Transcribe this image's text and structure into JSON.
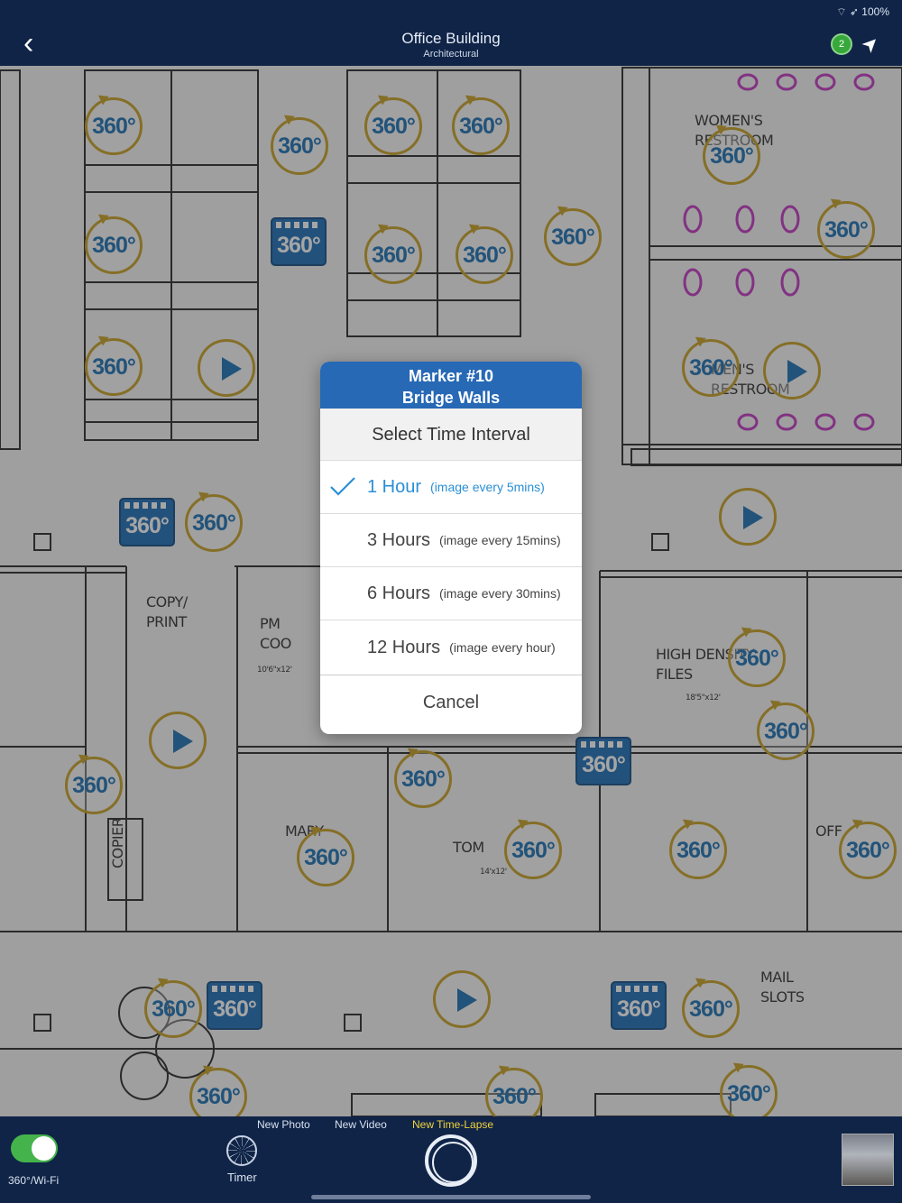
{
  "status_bar": {
    "battery": "100%",
    "icons": [
      "wifi-icon",
      "location-arrow-icon",
      "battery-icon"
    ]
  },
  "nav": {
    "back_icon": "chevron-left-icon",
    "title": "Office Building",
    "subtitle": "Architectural",
    "badge_count": "2",
    "locate_icon": "location-arrow-icon"
  },
  "plan": {
    "labels": {
      "womens_restroom": "WOMEN'S\nRESTROOM",
      "mens_restroom": "MEN'S\nRESTROOM",
      "copy_print": "COPY/\nPRINT",
      "pm_coo": "PM\nCOO",
      "pm_size": "10'6\"x12'",
      "high_density_files": "HIGH DENSITY\nFILES",
      "hdf_size": "18'5\"x12'",
      "mary": "MARY",
      "tom": "TOM",
      "tom_size": "14'x12'",
      "off": "OFF",
      "copier": "COPIER",
      "mail_slots": "MAIL\nSLOTS"
    },
    "marker_360_label": "360°"
  },
  "dialog": {
    "title_line1": "Marker #10",
    "title_line2": "Bridge Walls",
    "subtitle": "Select Time Interval",
    "options": [
      {
        "label": "1 Hour",
        "note": "(image every 5mins)",
        "selected": true
      },
      {
        "label": "3 Hours",
        "note": "(image every 15mins)",
        "selected": false
      },
      {
        "label": "6 Hours",
        "note": "(image every 30mins)",
        "selected": false
      },
      {
        "label": "12 Hours",
        "note": "(image every hour)",
        "selected": false
      }
    ],
    "cancel": "Cancel"
  },
  "bottom": {
    "toggle_label": "360°/Wi-Fi",
    "toggle_on": true,
    "timer_label": "Timer",
    "modes": [
      "New Photo",
      "New Video",
      "New Time-Lapse"
    ],
    "active_mode": "New Time-Lapse"
  },
  "colors": {
    "nav_bg": "#0f2447",
    "dialog_header": "#2769b5",
    "selected_text": "#2a8fd6",
    "marker_ring": "#c9a227",
    "marker_text": "#1e73b5",
    "toggle_on": "#45b34b",
    "active_mode": "#f2d33b"
  }
}
